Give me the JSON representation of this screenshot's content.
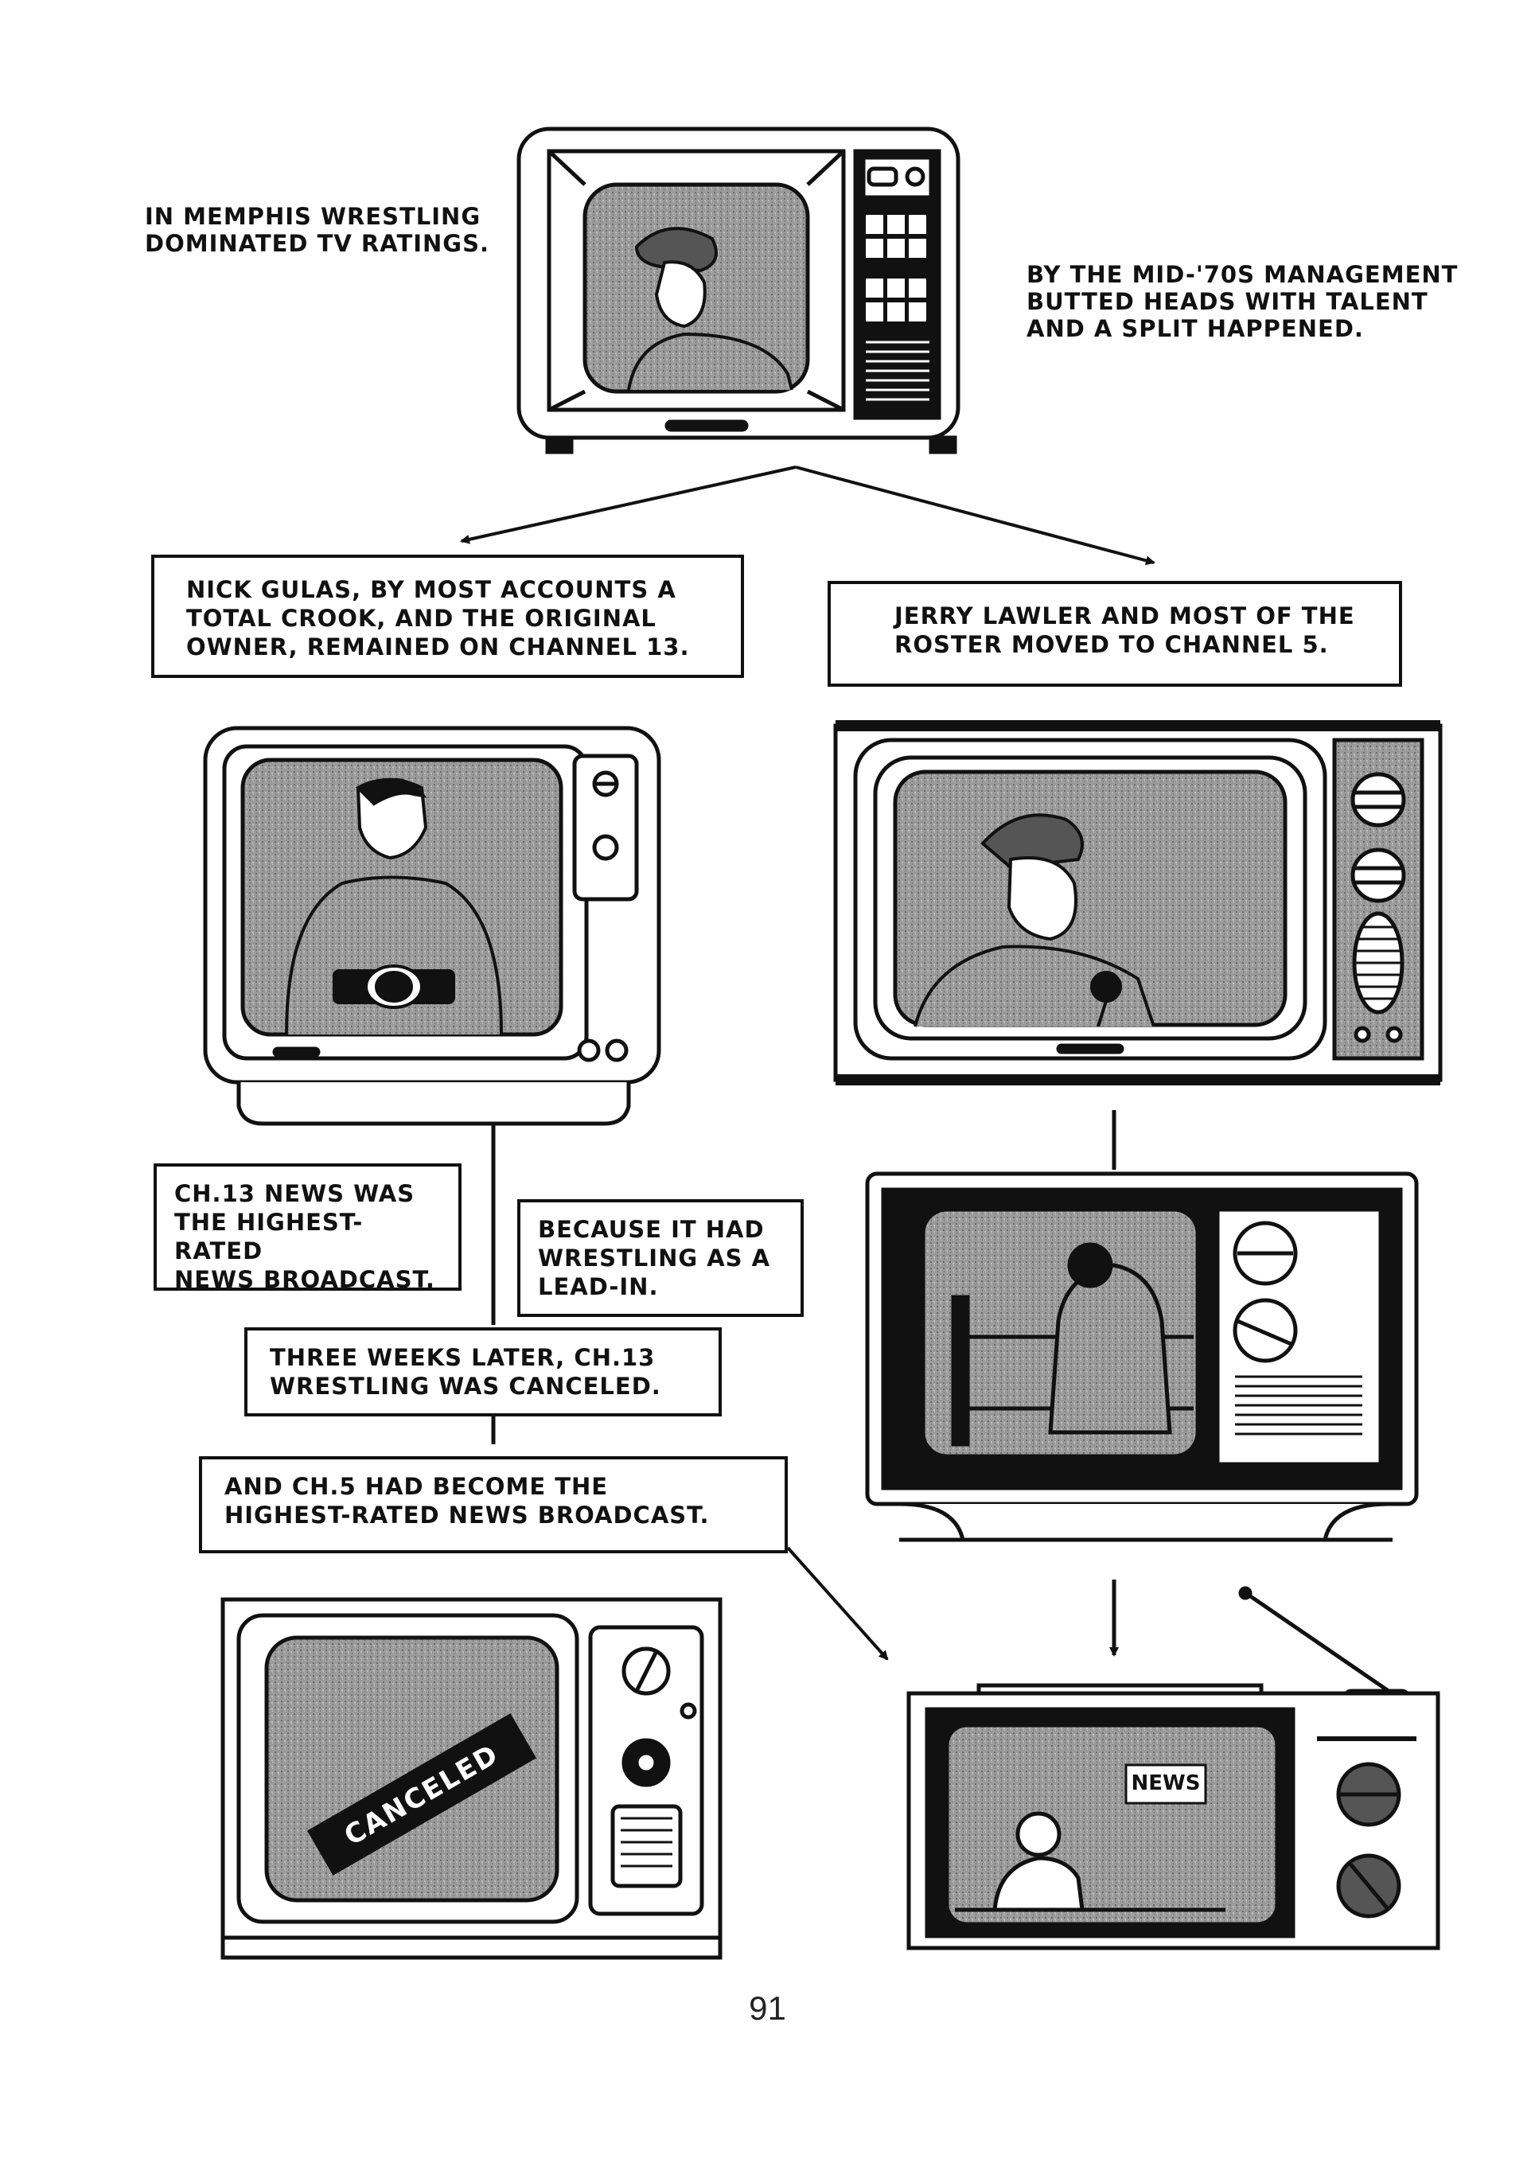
{
  "page_number": "91",
  "captions": {
    "memphis": [
      "IN MEMPHIS WRESTLING",
      "DOMINATED TV RATINGS."
    ],
    "split": [
      "BY THE MID-'70S MANAGEMENT",
      "BUTTED HEADS WITH TALENT",
      "AND A SPLIT HAPPENED."
    ]
  },
  "boxes": {
    "gulas": [
      "NICK GULAS, BY MOST ACCOUNTS A",
      "TOTAL CROOK, AND THE ORIGINAL",
      "OWNER, REMAINED ON CHANNEL 13."
    ],
    "lawler": [
      "JERRY LAWLER AND MOST OF THE",
      "ROSTER MOVED TO CHANNEL 5."
    ],
    "ch13_news": [
      "CH.13 NEWS WAS",
      "THE HIGHEST-RATED",
      "NEWS BROADCAST."
    ],
    "lead_in": [
      "BECAUSE IT HAD",
      "WRESTLING AS A",
      "LEAD-IN."
    ],
    "three_weeks": [
      "THREE WEEKS LATER, CH.13",
      "WRESTLING WAS CANCELED."
    ],
    "ch5": [
      "AND CH.5 HAD BECOME THE",
      "HIGHEST-RATED NEWS BROADCAST."
    ]
  },
  "tv_labels": {
    "canceled": "CANCELED",
    "news": "NEWS"
  }
}
